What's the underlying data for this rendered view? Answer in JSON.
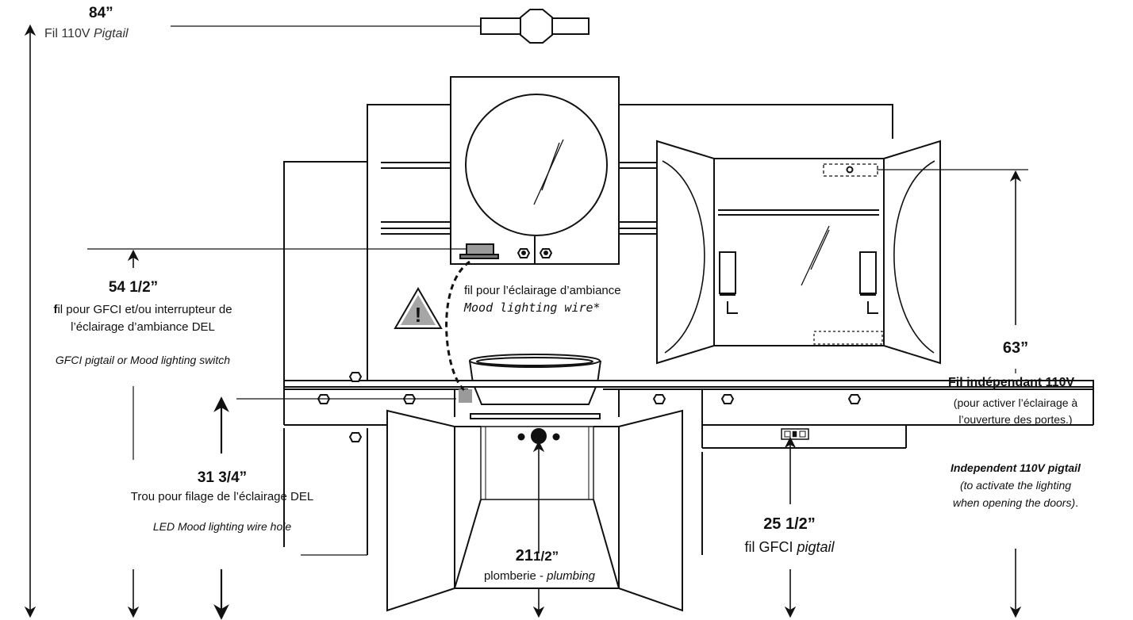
{
  "labels": {
    "top_left_dim": "84”",
    "top_left_text": "Fil 110V",
    "top_left_text_italic": "Pigtail",
    "dim_54": "54 1/2”",
    "dim_54_fr_bold": "f",
    "dim_54_fr_rest": "il pour  GFCI et/ou interrupteur de",
    "dim_54_fr_line2": "l’éclairage d’ambiance DEL",
    "dim_54_en": "GFCI pigtail or Mood lighting switch",
    "mood_fr": "fil pour l’éclairage d’ambiance",
    "mood_en": "Mood lighting wire*",
    "dim_31": "31 3/4”",
    "dim_31_fr": "Trou pour filage de l’éclairage DEL",
    "dim_31_en": "LED Mood lighting wire hole",
    "dim_21": "211/2”",
    "dim_21_a": "21",
    "dim_21_b": "1/2”",
    "plumbing_fr": "plomberie - ",
    "plumbing_en": "plumbing",
    "dim_25": "25  1/2”",
    "gfci_fr": "fil GFCI ",
    "gfci_en": "pigtail",
    "dim_63": "63”",
    "indep_fr": "Fil indépendant 110V",
    "indep_fr_2": "(pour activer l’éclairage à",
    "indep_fr_3": "l’ouverture des portes.)",
    "indep_en": "Independent 110V pigtail",
    "indep_en_2": "(to activate the lighting",
    "indep_en_3": "when opening the doors)",
    "indep_en_3_tail": ".",
    "warning_symbol": "!"
  },
  "colors": {
    "line": "#111111",
    "fill_box": "#9a9a9a",
    "warning_fill": "#a6a6a6",
    "background": "#ffffff"
  }
}
